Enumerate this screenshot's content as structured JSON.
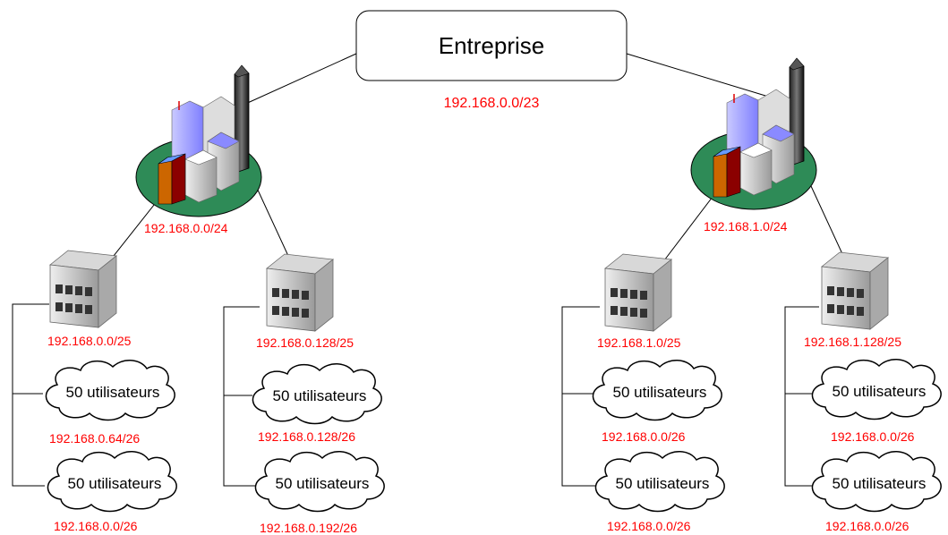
{
  "root": {
    "title": "Entreprise",
    "network": "192.168.0.0/23"
  },
  "sites": [
    {
      "network": "192.168.0.0/24",
      "buildings": [
        {
          "network": "192.168.0.0/25",
          "clouds": [
            {
              "label": "50 utilisateurs",
              "network": "192.168.0.64/26"
            },
            {
              "label": "50 utilisateurs",
              "network": "192.168.0.0/26"
            }
          ]
        },
        {
          "network": "192.168.0.128/25",
          "clouds": [
            {
              "label": "50 utilisateurs",
              "network": "192.168.0.128/26"
            },
            {
              "label": "50 utilisateurs",
              "network": "192.168.0.192/26"
            }
          ]
        }
      ]
    },
    {
      "network": "192.168.1.0/24",
      "buildings": [
        {
          "network": "192.168.1.0/25",
          "clouds": [
            {
              "label": "50 utilisateurs",
              "network": "192.168.0.0/26"
            },
            {
              "label": "50 utilisateurs",
              "network": "192.168.0.0/26"
            }
          ]
        },
        {
          "network": "192.168.1.128/25",
          "clouds": [
            {
              "label": "50 utilisateurs",
              "network": "192.168.0.0/26"
            },
            {
              "label": "50 utilisateurs",
              "network": "192.168.0.0/26"
            }
          ]
        }
      ]
    }
  ],
  "colors": {
    "label": "#ff0000",
    "ellipse": "#2e8b57"
  }
}
